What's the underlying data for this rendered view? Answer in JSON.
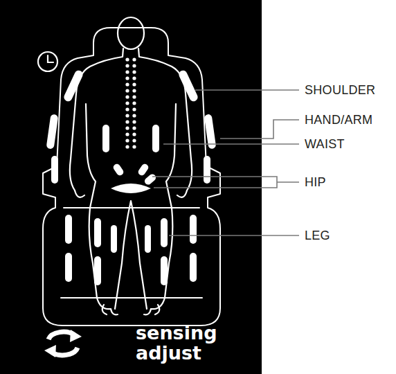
{
  "diagram": {
    "labels": [
      "SHOULDER",
      "HAND/ARM",
      "WAIST",
      "HIP",
      "LEG",
      "sensing adjust"
    ]
  }
}
